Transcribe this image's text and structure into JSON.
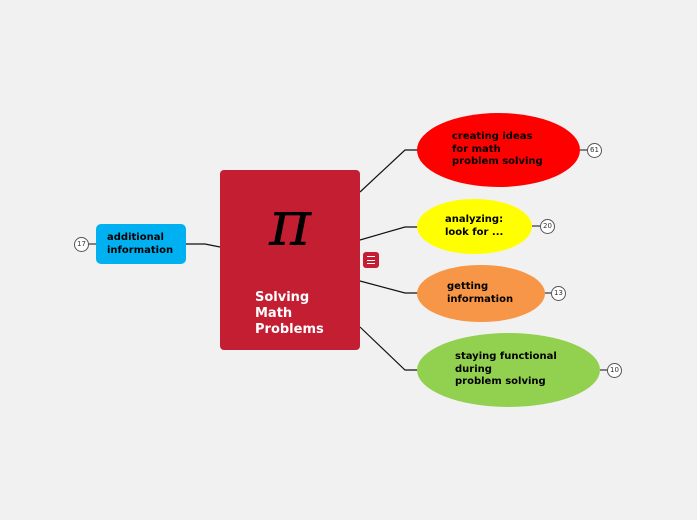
{
  "central": {
    "symbol": "π",
    "title": "Solving\nMath\nProblems",
    "color": "#c41e33"
  },
  "topics": [
    {
      "label": "creating ideas\nfor math\nproblem solving",
      "count": "61",
      "color": "#ff0000"
    },
    {
      "label": "analyzing:\nlook for ...",
      "count": "20",
      "color": "#ffff00"
    },
    {
      "label": "getting\ninformation",
      "count": "13",
      "color": "#f79646"
    },
    {
      "label": "staying functional\nduring\nproblem solving",
      "count": "10",
      "color": "#92d050"
    },
    {
      "label": "additional\ninformation",
      "count": "17",
      "color": "#00b0f0"
    }
  ],
  "icons": {
    "note": "notes-icon"
  }
}
